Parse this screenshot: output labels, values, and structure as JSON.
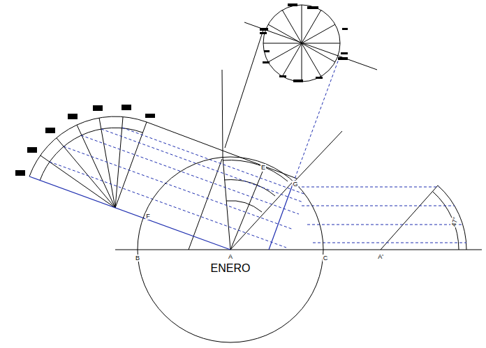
{
  "diagram": {
    "nodes": [
      {
        "text": [
          "ENERO"
        ]
      }
    ],
    "labels": [
      "B",
      "A",
      "C",
      "A'",
      "E",
      "F",
      "G",
      "47°"
    ]
  }
}
